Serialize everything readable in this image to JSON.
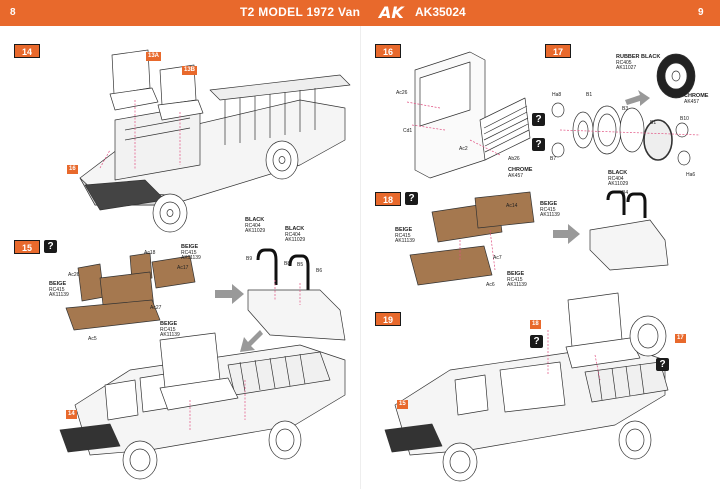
{
  "header": {
    "page_left": "8",
    "page_right": "9",
    "title": "T2 MODEL 1972 Van",
    "logo": "AK",
    "code": "AK35024"
  },
  "steps": {
    "s14": "14",
    "s15": "15",
    "s16": "16",
    "s17": "17",
    "s18": "18",
    "s19": "19"
  },
  "tags": {
    "t13a": "13A",
    "t13b": "13B",
    "t16a": "16",
    "t14a": "14",
    "t18a": "18",
    "t17a": "17",
    "t15a": "15"
  },
  "help_mark": "?",
  "parts": {
    "ac18": "Ac18",
    "ac17": "Ac17",
    "ac26_15": "Ac26",
    "ac27": "Ac27",
    "ac5": "Ac5",
    "b9": "B9",
    "b8": "B8",
    "b5": "B5",
    "b6": "B6",
    "ac26_16": "Ac26",
    "cd1": "Cd1",
    "ac2": "Ac2",
    "ab26": "Ab26",
    "ha8": "Ha8",
    "b1": "B1",
    "b3": "B3",
    "b7": "B7",
    "b10": "B10",
    "ha6": "Ha6",
    "b4": "B4",
    "ac14": "Ac14",
    "ac7": "Ac7",
    "ac6": "Ac6"
  },
  "paints": {
    "beige": "BEIGE",
    "beige_code1": "RC415",
    "beige_code2": "AK11139",
    "black": "BLACK",
    "black_code1": "RC404",
    "black_code2": "AK11029",
    "chrome": "CHROME",
    "chrome_code": "AK457",
    "rubber_black": "RUBBER BLACK",
    "rubber_code1": "RC405",
    "rubber_code2": "AK11027"
  }
}
